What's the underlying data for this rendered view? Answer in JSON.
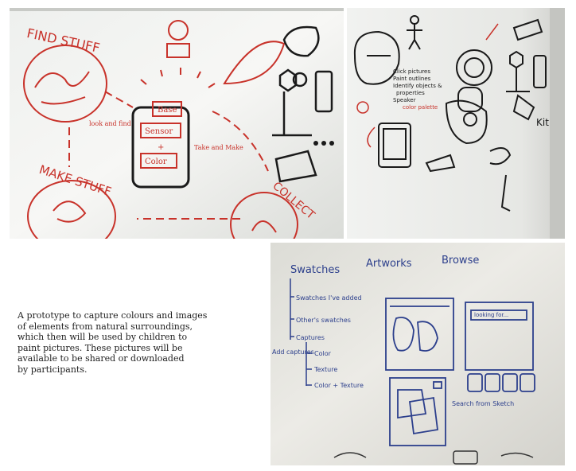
{
  "caption": {
    "lines": [
      "A prototype to capture colours and images",
      "of elements from natural surroundings,",
      "which then will be used by children to",
      "paint pictures. These pictures will be",
      "available to be shared or downloaded",
      "by participants."
    ]
  },
  "photo1": {
    "labels": {
      "find_stuff": "FIND STUFF",
      "make_stuff": "MAKE STUFF",
      "collect": "COLLECT",
      "base": "Base",
      "sensor": "Sensor",
      "plus": "+",
      "color": "Color",
      "look_and_find": "look and find",
      "take_and_make": "Take and Make"
    }
  },
  "photo2": {
    "notes": [
      "Click pictures",
      "Paint outlines",
      "Identify objects &",
      "properties",
      "Speaker",
      "color palette"
    ],
    "kit_label": "Kit"
  },
  "photo3": {
    "headings": {
      "swatches": "Swatches",
      "artworks": "Artworks",
      "browse": "Browse"
    },
    "tree": {
      "swatches_added": "Swatches I've added",
      "others_swatches": "Other's swatches",
      "captures": "Captures",
      "add_captures": "Add captures",
      "color": "Color",
      "texture": "Texture",
      "color_texture": "Color + Texture"
    },
    "annotations": {
      "looking_for": "looking for...",
      "search_from_sketch": "Search from Sketch"
    }
  }
}
